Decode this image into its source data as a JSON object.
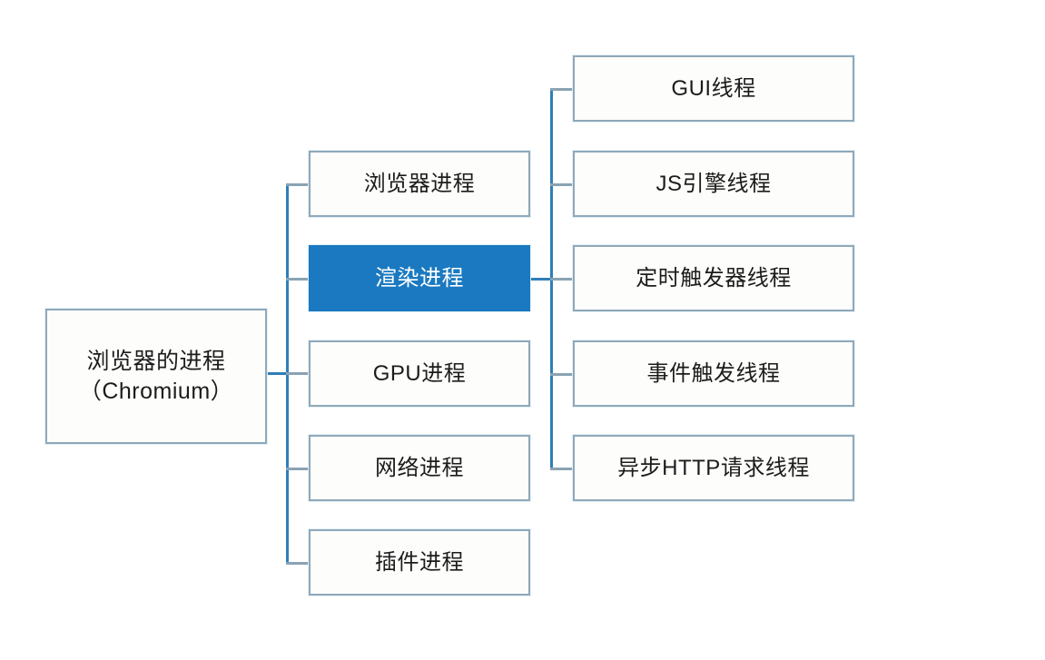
{
  "diagram": {
    "type": "tree",
    "title": "浏览器的进程（Chromium）",
    "colors": {
      "background": "#ffffff",
      "box_border": "#8fa8b8",
      "box_fill": "#fdfdfb",
      "highlight_fill": "#1a79c0",
      "highlight_text": "#ffffff",
      "connector": "#8aa3b3",
      "connector_accent": "#2e7fb8",
      "text": "#1c1c1c"
    },
    "root": {
      "line1": "浏览器的进程",
      "line2": "（Chromium）"
    },
    "processes": [
      {
        "label": "浏览器进程",
        "highlighted": false
      },
      {
        "label": "渲染进程",
        "highlighted": true
      },
      {
        "label": "GPU进程",
        "highlighted": false
      },
      {
        "label": "网络进程",
        "highlighted": false
      },
      {
        "label": "插件进程",
        "highlighted": false
      }
    ],
    "threads": [
      {
        "label": "GUI线程"
      },
      {
        "label": "JS引擎线程"
      },
      {
        "label": "定时触发器线程"
      },
      {
        "label": "事件触发线程"
      },
      {
        "label": "异步HTTP请求线程"
      }
    ]
  }
}
